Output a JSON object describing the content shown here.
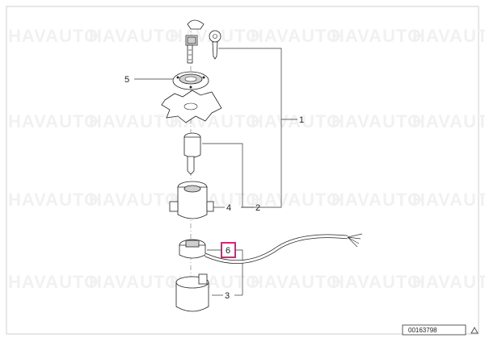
{
  "watermark": "HAVAUTO",
  "callouts": {
    "c1": "1",
    "c2": "2",
    "c3": "3",
    "c4": "4",
    "c5": "5",
    "c6": "6"
  },
  "reference_number": "00163798",
  "colors": {
    "highlight": "#d6247a",
    "line": "#333333",
    "watermark": "#f1f1f1"
  },
  "icons": {
    "corner": "warning-triangle-icon"
  }
}
